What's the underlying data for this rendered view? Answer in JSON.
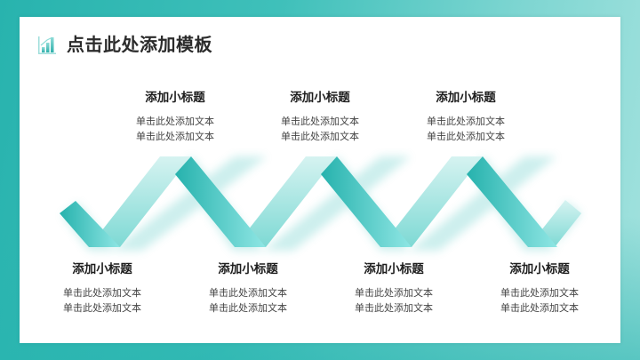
{
  "slide": {
    "title": "点击此处添加模板",
    "title_icon": "bar-chart-icon",
    "colors": {
      "accent": "#2fb8b2",
      "accent_light": "#c9eeec",
      "accent_mid": "#7fdcd8",
      "text_dark": "#2b2b2b",
      "text_body": "#444444"
    }
  },
  "top_items": [
    {
      "heading": "添加小标题",
      "line1": "单击此处添加文本",
      "line2": "单击此处添加文本"
    },
    {
      "heading": "添加小标题",
      "line1": "单击此处添加文本",
      "line2": "单击此处添加文本"
    },
    {
      "heading": "添加小标题",
      "line1": "单击此处添加文本",
      "line2": "单击此处添加文本"
    }
  ],
  "bottom_items": [
    {
      "heading": "添加小标题",
      "line1": "单击此处添加文本",
      "line2": "单击此处添加文本"
    },
    {
      "heading": "添加小标题",
      "line1": "单击此处添加文本",
      "line2": "单击此处添加文本"
    },
    {
      "heading": "添加小标题",
      "line1": "单击此处添加文本",
      "line2": "单击此处添加文本"
    },
    {
      "heading": "添加小标题",
      "line1": "单击此处添加文本",
      "line2": "单击此处添加文本"
    }
  ]
}
